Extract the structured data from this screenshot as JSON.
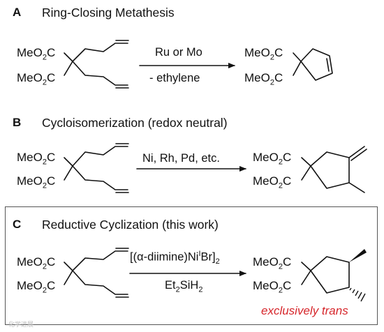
{
  "sections": [
    {
      "letter": "A",
      "title": "Ring-Closing Metathesis",
      "condition_top": "Ru or Mo",
      "condition_bottom": "- ethylene"
    },
    {
      "letter": "B",
      "title": "Cycloisomerization (redox neutral)",
      "condition_top": "Ni, Rh, Pd, etc."
    },
    {
      "letter": "C",
      "title": "Reductive Cyclization (this work)",
      "condition_top_parts": [
        "[(α-diimine)Ni",
        "I",
        "Br]",
        "2"
      ],
      "condition_bottom_parts": [
        "Et",
        "2",
        "SiH",
        "2"
      ],
      "note": "exclusively trans"
    }
  ],
  "ester": {
    "me": "MeO",
    "sub": "2",
    "c": "C"
  },
  "watermark": "化学进展",
  "colors": {
    "note": "#d6262b",
    "frame": "#555555"
  }
}
